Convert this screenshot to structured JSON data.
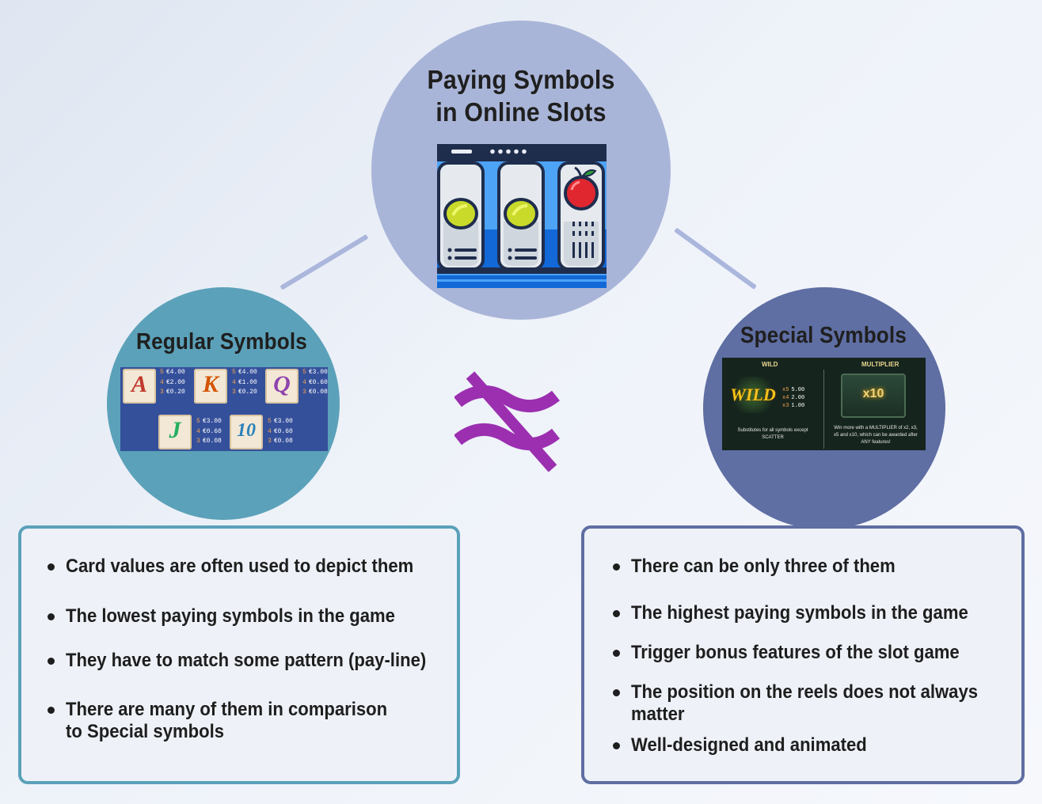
{
  "main": {
    "title_line1": "Paying Symbols",
    "title_line2": "in Online Slots",
    "icon": "slot-machine-icon"
  },
  "regular": {
    "title": "Regular Symbols",
    "cards": [
      {
        "letter": "A",
        "payouts": [
          "€4.00",
          "€2.00",
          "€0.20"
        ],
        "counts": [
          "5",
          "4",
          "3"
        ]
      },
      {
        "letter": "K",
        "payouts": [
          "€4.00",
          "€1.00",
          "€0.20"
        ],
        "counts": [
          "5",
          "4",
          "3"
        ]
      },
      {
        "letter": "Q",
        "payouts": [
          "€3.00",
          "€0.60",
          "€0.08"
        ],
        "counts": [
          "5",
          "4",
          "3"
        ]
      },
      {
        "letter": "J",
        "payouts": [
          "€3.00",
          "€0.60",
          "€0.08"
        ],
        "counts": [
          "5",
          "4",
          "3"
        ]
      },
      {
        "letter": "10",
        "payouts": [
          "€3.00",
          "€0.60",
          "€0.08"
        ],
        "counts": [
          "5",
          "4",
          "3"
        ]
      }
    ],
    "bullets": [
      "Card values are often used to depict them",
      "The lowest paying symbols in the game",
      "They have to match some pattern (pay-line)",
      "There are many of them in comparison",
      "to Special symbols"
    ]
  },
  "special": {
    "title": "Special Symbols",
    "wild": {
      "heading": "WILD",
      "logo": "WILD",
      "pays": [
        {
          "n": "x5",
          "v": "5.00"
        },
        {
          "n": "x4",
          "v": "2.00"
        },
        {
          "n": "x3",
          "v": "1.00"
        }
      ],
      "note_line1": "Substitutes for all symbols except",
      "note_line2": "SCATTER"
    },
    "multiplier": {
      "heading": "MULTIPLIER",
      "badge": "x10",
      "note_line1": "Win more with a MULTIPLIER of x2, x3,",
      "note_line2": "x5 and x10, which can be awarded after",
      "note_line3": "ANY features!"
    },
    "bullets": [
      "There can be only three of them",
      "The highest paying symbols in the game",
      "Trigger bonus features of the slot game",
      "The position on the reels does not always",
      "matter",
      "Well-designed and animated"
    ]
  },
  "colors": {
    "main_circle": "#a9b5d8",
    "regular_circle": "#5ba1b9",
    "special_circle": "#5f6ea3",
    "not_equal_symbol": "#9b2fb0"
  },
  "comparison_icon": "not-approximately-equal-icon"
}
